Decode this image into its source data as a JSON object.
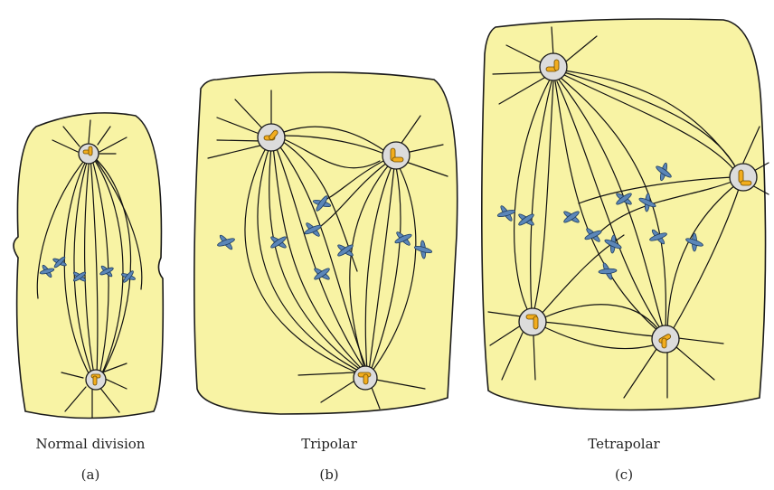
{
  "panels": [
    {
      "id": "a",
      "label": "Normal division",
      "tag": "(a)"
    },
    {
      "id": "b",
      "label": "Tripolar",
      "tag": "(b)"
    },
    {
      "id": "c",
      "label": "Tetrapolar",
      "tag": "(c)"
    }
  ],
  "colors": {
    "cytoplasm": "#f8f3a4",
    "centrosome": "#dcdcdc",
    "centriole": "#f2ad1e",
    "chromosome": "#5b86b8",
    "spindle_fiber": "#111111"
  }
}
